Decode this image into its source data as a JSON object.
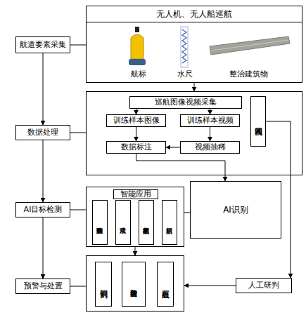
{
  "diagram": {
    "nodes": [
      {
        "text": [
          "无人机、无人船巡航"
        ]
      },
      {
        "text": [
          "航道要素采集"
        ]
      },
      {
        "text": []
      },
      {
        "text": [
          "巡航图像视频采集"
        ],
        "in": 2
      },
      {
        "text": [
          "训练样本图像"
        ],
        "in": 2
      },
      {
        "text": [
          "训练样本视频"
        ],
        "in": 2
      },
      {
        "text": [
          "视频调阅"
        ],
        "in": 2
      },
      {
        "text": [
          "数据标注"
        ],
        "in": 2
      },
      {
        "text": [
          "视频抽稀"
        ],
        "in": 2
      },
      {
        "text": [
          "数据处理"
        ]
      },
      {
        "text": [
          "智能应用"
        ]
      },
      {
        "text": [
          "整治建筑物监测"
        ],
        "in": 10
      },
      {
        "text": [
          "水尺观读"
        ],
        "in": 10
      },
      {
        "text": [
          "航标状态检测"
        ],
        "in": 10
      },
      {
        "text": [
          "航标识别"
        ],
        "in": 10
      },
      {
        "text": [
          "AI识别"
        ]
      },
      {
        "text": [
          "AI目标检测"
        ]
      },
      {
        "text": []
      },
      {
        "text": [
          "识别研判"
        ],
        "in": 17
      },
      {
        "text": [
          "智能预警与推送"
        ],
        "in": 17
      },
      {
        "text": [
          "出航处置"
        ],
        "in": 17
      },
      {
        "text": [
          "预警与处置"
        ]
      },
      {
        "text": [
          "人工研判"
        ]
      }
    ],
    "edges": [
      {
        "from": 1,
        "to": 9,
        "arrow": "to"
      },
      {
        "from": 9,
        "to": 16,
        "arrow": "to"
      },
      {
        "from": 16,
        "to": 21,
        "arrow": "to"
      },
      {
        "from": 1,
        "to": 0,
        "arrow": "none"
      },
      {
        "from": 9,
        "to": 2,
        "arrow": "none"
      },
      {
        "from": 16,
        "to": 10,
        "arrow": "none"
      },
      {
        "from": 21,
        "to": 17,
        "arrow": "none"
      },
      {
        "from": 0,
        "to": 2,
        "arrow": "to"
      },
      {
        "from": 3,
        "to": 4,
        "arrow": "to"
      },
      {
        "from": 3,
        "to": 5,
        "arrow": "to"
      },
      {
        "from": 4,
        "to": 7,
        "arrow": "to"
      },
      {
        "from": 5,
        "to": 8,
        "arrow": "to"
      },
      {
        "from": 8,
        "to": 7,
        "arrow": "to"
      },
      {
        "from": 7,
        "to": 15,
        "arrow": "to"
      },
      {
        "from": 6,
        "to": 22,
        "arrow": "to"
      },
      {
        "from": 15,
        "to": 10,
        "arrow": "none"
      },
      {
        "from": 10,
        "to": 17,
        "arrow": "to"
      },
      {
        "from": 22,
        "to": 17,
        "arrow": "to"
      }
    ],
    "labels": [
      "航标",
      "水尺",
      "整治建筑物"
    ]
  }
}
